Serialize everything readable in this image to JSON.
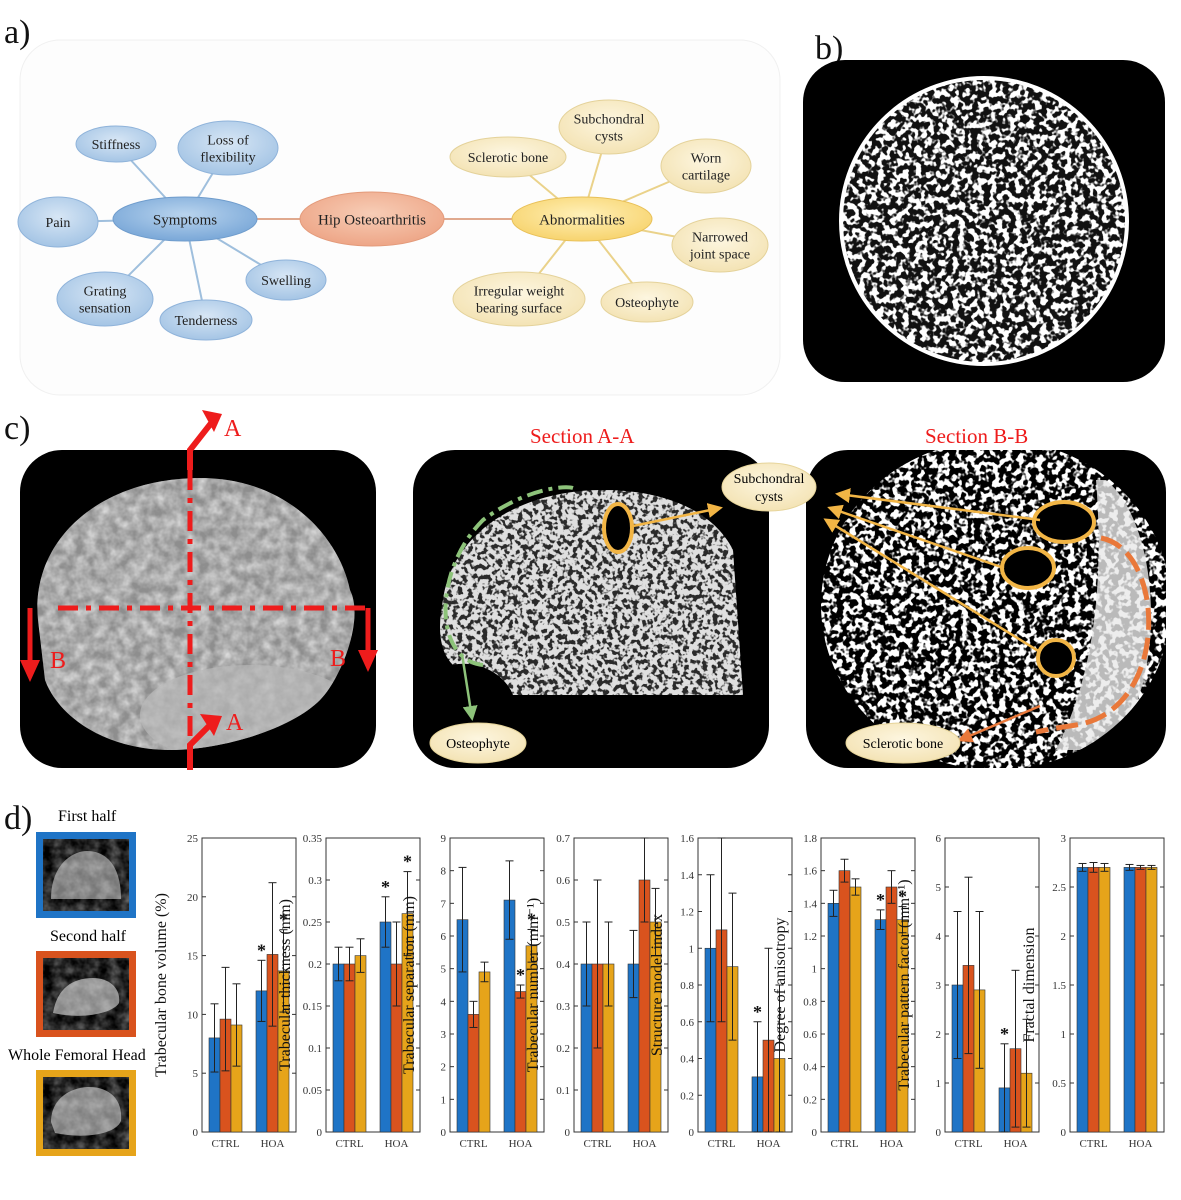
{
  "panels": {
    "a": "a)",
    "b": "b)",
    "c": "c)",
    "d": "d)"
  },
  "mindmap": {
    "center": "Hip Osteoarthritis",
    "symptoms_hub": "Symptoms",
    "abnormalities_hub": "Abnormalities",
    "symptoms": [
      {
        "id": "stiffness",
        "lines": [
          "Stiffness"
        ]
      },
      {
        "id": "loss-of-flexibility",
        "lines": [
          "Loss of",
          "flexibility"
        ]
      },
      {
        "id": "pain",
        "lines": [
          "Pain"
        ]
      },
      {
        "id": "swelling",
        "lines": [
          "Swelling"
        ]
      },
      {
        "id": "grating-sensation",
        "lines": [
          "Grating",
          "sensation"
        ]
      },
      {
        "id": "tenderness",
        "lines": [
          "Tenderness"
        ]
      }
    ],
    "abnormalities": [
      {
        "id": "sclerotic-bone",
        "lines": [
          "Sclerotic bone"
        ]
      },
      {
        "id": "subchondral-cysts",
        "lines": [
          "Subchondral",
          "cysts"
        ]
      },
      {
        "id": "worn-cartilage",
        "lines": [
          "Worn",
          "cartilage"
        ]
      },
      {
        "id": "narrowed-joint-space",
        "lines": [
          "Narrowed",
          "joint space"
        ]
      },
      {
        "id": "osteophyte",
        "lines": [
          "Osteophyte"
        ]
      },
      {
        "id": "irregular-weight-bearing",
        "lines": [
          "Irregular weight",
          "bearing surface"
        ]
      }
    ],
    "colors": {
      "blue": "#a9c7e6",
      "blue_edge": "#6f9ccc",
      "orange": "#f0b49a",
      "yellow": "#fbe3a0",
      "cream": "#f8ecc8"
    }
  },
  "section_c": {
    "section_aa": "Section A-A",
    "section_bb": "Section B-B",
    "cut_a": "A",
    "cut_b": "B",
    "callout_cysts": [
      "Subchondral",
      "cysts"
    ],
    "callout_osteophyte": "Osteophyte",
    "callout_sclerotic": "Sclerotic bone",
    "red": "#ee1c1c",
    "green": "#8dc37a",
    "gold": "#f2b545",
    "orange": "#e9783a"
  },
  "thumbs": {
    "first": "First half",
    "second": "Second half",
    "whole": "Whole Femoral Head",
    "colors": [
      "#1f74c6",
      "#d9531e",
      "#e6a41a"
    ]
  },
  "chart_data": [
    {
      "type": "bar",
      "ylabel": "Trabecular  bone volume (%)",
      "ylim": [
        0,
        25
      ],
      "ticks": [
        0,
        5,
        10,
        15,
        20,
        25
      ],
      "categories": [
        "CTRL",
        "HOA"
      ],
      "series": [
        {
          "values": [
            8,
            12
          ],
          "err": [
            2.9,
            2.6
          ]
        },
        {
          "values": [
            9.6,
            15.1
          ],
          "err": [
            4.4,
            6.1
          ]
        },
        {
          "values": [
            9.1,
            13.7
          ],
          "err": [
            3.5,
            3.5
          ]
        }
      ],
      "sig": [
        [],
        [
          "*",
          "",
          "*"
        ]
      ]
    },
    {
      "type": "bar",
      "ylabel": "Trabecular  thickness (mm)",
      "ylim": [
        0,
        0.35
      ],
      "ticks": [
        0,
        0.05,
        0.1,
        0.15,
        0.2,
        0.25,
        0.3,
        0.35
      ],
      "categories": [
        "CTRL",
        "HOA"
      ],
      "series": [
        {
          "values": [
            0.2,
            0.25
          ],
          "err": [
            0.02,
            0.03
          ]
        },
        {
          "values": [
            0.2,
            0.2
          ],
          "err": [
            0.02,
            0.05
          ]
        },
        {
          "values": [
            0.21,
            0.26
          ],
          "err": [
            0.02,
            0.05
          ]
        }
      ],
      "sig": [
        [],
        [
          "*",
          "",
          "*"
        ]
      ]
    },
    {
      "type": "bar",
      "ylabel": "Trabecular  separation (mm)",
      "ylim": [
        0,
        9
      ],
      "ticks": [
        0,
        1,
        2,
        3,
        4,
        5,
        6,
        7,
        8,
        9
      ],
      "categories": [
        "CTRL",
        "HOA"
      ],
      "series": [
        {
          "values": [
            6.5,
            7.1
          ],
          "err": [
            1.6,
            1.2
          ]
        },
        {
          "values": [
            3.6,
            4.3
          ],
          "err": [
            0.4,
            0.2
          ]
        },
        {
          "values": [
            4.9,
            5.7
          ],
          "err": [
            0.3,
            0.5
          ]
        }
      ],
      "sig": [
        [],
        [
          "",
          "*",
          "*"
        ]
      ]
    },
    {
      "type": "bar",
      "ylabel": "Trabecular  number (mm⁻¹)",
      "ylim": [
        0,
        0.7
      ],
      "ticks": [
        0,
        0.1,
        0.2,
        0.3,
        0.4,
        0.5,
        0.6,
        0.7
      ],
      "categories": [
        "CTRL",
        "HOA"
      ],
      "series": [
        {
          "values": [
            0.4,
            0.4
          ],
          "err": [
            0.1,
            0.08
          ]
        },
        {
          "values": [
            0.4,
            0.6
          ],
          "err": [
            0.2,
            0.1
          ]
        },
        {
          "values": [
            0.4,
            0.5
          ],
          "err": [
            0.1,
            0.08
          ]
        }
      ],
      "sig": [
        [],
        []
      ]
    },
    {
      "type": "bar",
      "ylabel": "Structure model index",
      "ylim": [
        0,
        1.6
      ],
      "ticks": [
        0,
        0.2,
        0.4,
        0.6,
        0.8,
        1,
        1.2,
        1.4,
        1.6
      ],
      "categories": [
        "CTRL",
        "HOA"
      ],
      "series": [
        {
          "values": [
            1.0,
            0.3
          ],
          "err": [
            0.4,
            0.3
          ]
        },
        {
          "values": [
            1.1,
            0.5
          ],
          "err": [
            0.5,
            0.5
          ]
        },
        {
          "values": [
            0.9,
            0.4
          ],
          "err": [
            0.4,
            0.4
          ]
        }
      ],
      "sig": [
        [],
        [
          "*",
          "",
          ""
        ]
      ]
    },
    {
      "type": "bar",
      "ylabel": "Degree of anisotropy",
      "ylim": [
        0,
        1.8
      ],
      "ticks": [
        0,
        0.2,
        0.4,
        0.6,
        0.8,
        1,
        1.2,
        1.4,
        1.6,
        1.8
      ],
      "categories": [
        "CTRL",
        "HOA"
      ],
      "series": [
        {
          "values": [
            1.4,
            1.3
          ],
          "err": [
            0.08,
            0.06
          ]
        },
        {
          "values": [
            1.6,
            1.5
          ],
          "err": [
            0.07,
            0.1
          ]
        },
        {
          "values": [
            1.5,
            1.3
          ],
          "err": [
            0.05,
            0.08
          ]
        }
      ],
      "sig": [
        [],
        [
          "*",
          "",
          "*"
        ]
      ]
    },
    {
      "type": "bar",
      "ylabel": "Trabecular  pattern factor (mm⁻¹)",
      "ylim": [
        0,
        6
      ],
      "ticks": [
        0,
        1,
        2,
        3,
        4,
        5,
        6
      ],
      "categories": [
        "CTRL",
        "HOA"
      ],
      "series": [
        {
          "values": [
            3.0,
            0.9
          ],
          "err": [
            1.5,
            0.9
          ]
        },
        {
          "values": [
            3.4,
            1.7
          ],
          "err": [
            1.8,
            1.6
          ]
        },
        {
          "values": [
            2.9,
            1.2
          ],
          "err": [
            1.6,
            1.1
          ]
        }
      ],
      "sig": [
        [],
        [
          "*",
          "",
          ""
        ]
      ]
    },
    {
      "type": "bar",
      "ylabel": "Fractal dimension",
      "ylim": [
        0,
        3
      ],
      "ticks": [
        0,
        0.5,
        1,
        1.5,
        2,
        2.5,
        3
      ],
      "categories": [
        "CTRL",
        "HOA"
      ],
      "series": [
        {
          "values": [
            2.7,
            2.7
          ],
          "err": [
            0.04,
            0.03
          ]
        },
        {
          "values": [
            2.7,
            2.7
          ],
          "err": [
            0.05,
            0.02
          ]
        },
        {
          "values": [
            2.7,
            2.7
          ],
          "err": [
            0.04,
            0.02
          ]
        }
      ],
      "sig": [
        [],
        []
      ]
    }
  ]
}
